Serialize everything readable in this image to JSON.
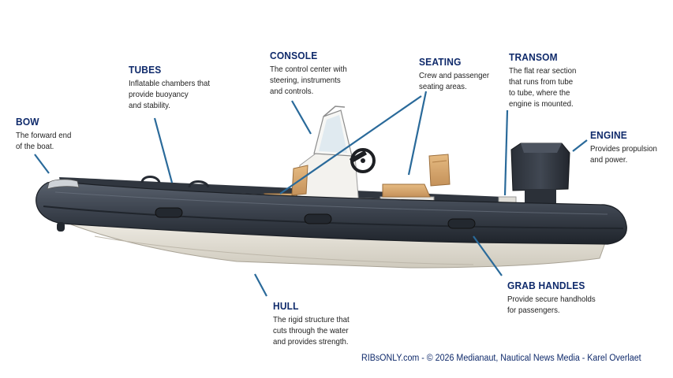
{
  "labels": {
    "bow": {
      "title": "BOW",
      "lines": [
        "The forward end",
        "of the boat."
      ]
    },
    "tubes": {
      "title": "TUBES",
      "lines": [
        "Inflatable chambers that",
        "provide buoyancy",
        "and stability."
      ]
    },
    "console": {
      "title": "CONSOLE",
      "lines": [
        "The control center with",
        "steering, instruments",
        "and controls."
      ]
    },
    "seating": {
      "title": "SEATING",
      "lines": [
        "Crew and passenger",
        "seating areas."
      ]
    },
    "transom": {
      "title": "TRANSOM",
      "lines": [
        "The flat rear section",
        "that runs from tube",
        "to tube, where the",
        "engine is mounted."
      ]
    },
    "engine": {
      "title": "ENGINE",
      "lines": [
        "Provides propulsion",
        "and power."
      ]
    },
    "grab_handles": {
      "title": "GRAB HANDLES",
      "lines": [
        "Provide secure handholds",
        "for passengers."
      ]
    },
    "hull": {
      "title": "HULL",
      "lines": [
        "The rigid structure that",
        "cuts through the water",
        "and provides strength."
      ]
    }
  },
  "credit": "RIBsONLY.com - © 2026 Medianaut, Nautical News Media - Karel Overlaet",
  "colors": {
    "label_title": "#0f2a6b",
    "leader_line": "#2a6a9a",
    "tube": "#3d444f",
    "tube_dark": "#262b33",
    "hull": "#e8e4da",
    "seat": "#d9a86c"
  }
}
